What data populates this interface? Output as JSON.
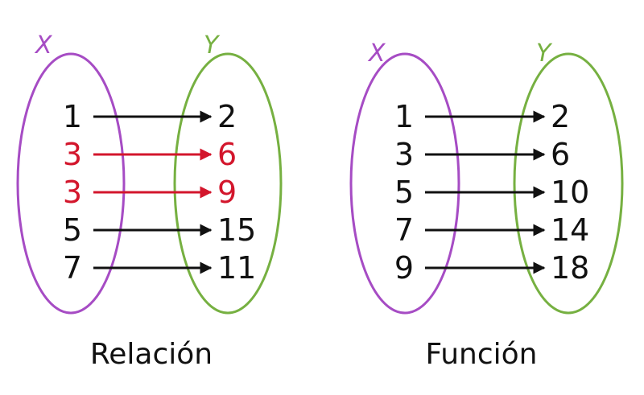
{
  "colors": {
    "x_set": "#a64cc4",
    "y_set": "#76b041",
    "normal": "#111111",
    "highlight": "#d3162c"
  },
  "diagrams": [
    {
      "caption": "Relación",
      "x_label": "X",
      "y_label": "Y",
      "mappings": [
        {
          "from": "1",
          "to": "2",
          "highlight": false
        },
        {
          "from": "3",
          "to": "6",
          "highlight": true
        },
        {
          "from": "3",
          "to": "9",
          "highlight": true
        },
        {
          "from": "5",
          "to": "15",
          "highlight": false
        },
        {
          "from": "7",
          "to": "11",
          "highlight": false
        }
      ]
    },
    {
      "caption": "Función",
      "x_label": "X",
      "y_label": "Y",
      "mappings": [
        {
          "from": "1",
          "to": "2",
          "highlight": false
        },
        {
          "from": "3",
          "to": "6",
          "highlight": false
        },
        {
          "from": "5",
          "to": "10",
          "highlight": false
        },
        {
          "from": "7",
          "to": "14",
          "highlight": false
        },
        {
          "from": "9",
          "to": "18",
          "highlight": false
        }
      ]
    }
  ]
}
